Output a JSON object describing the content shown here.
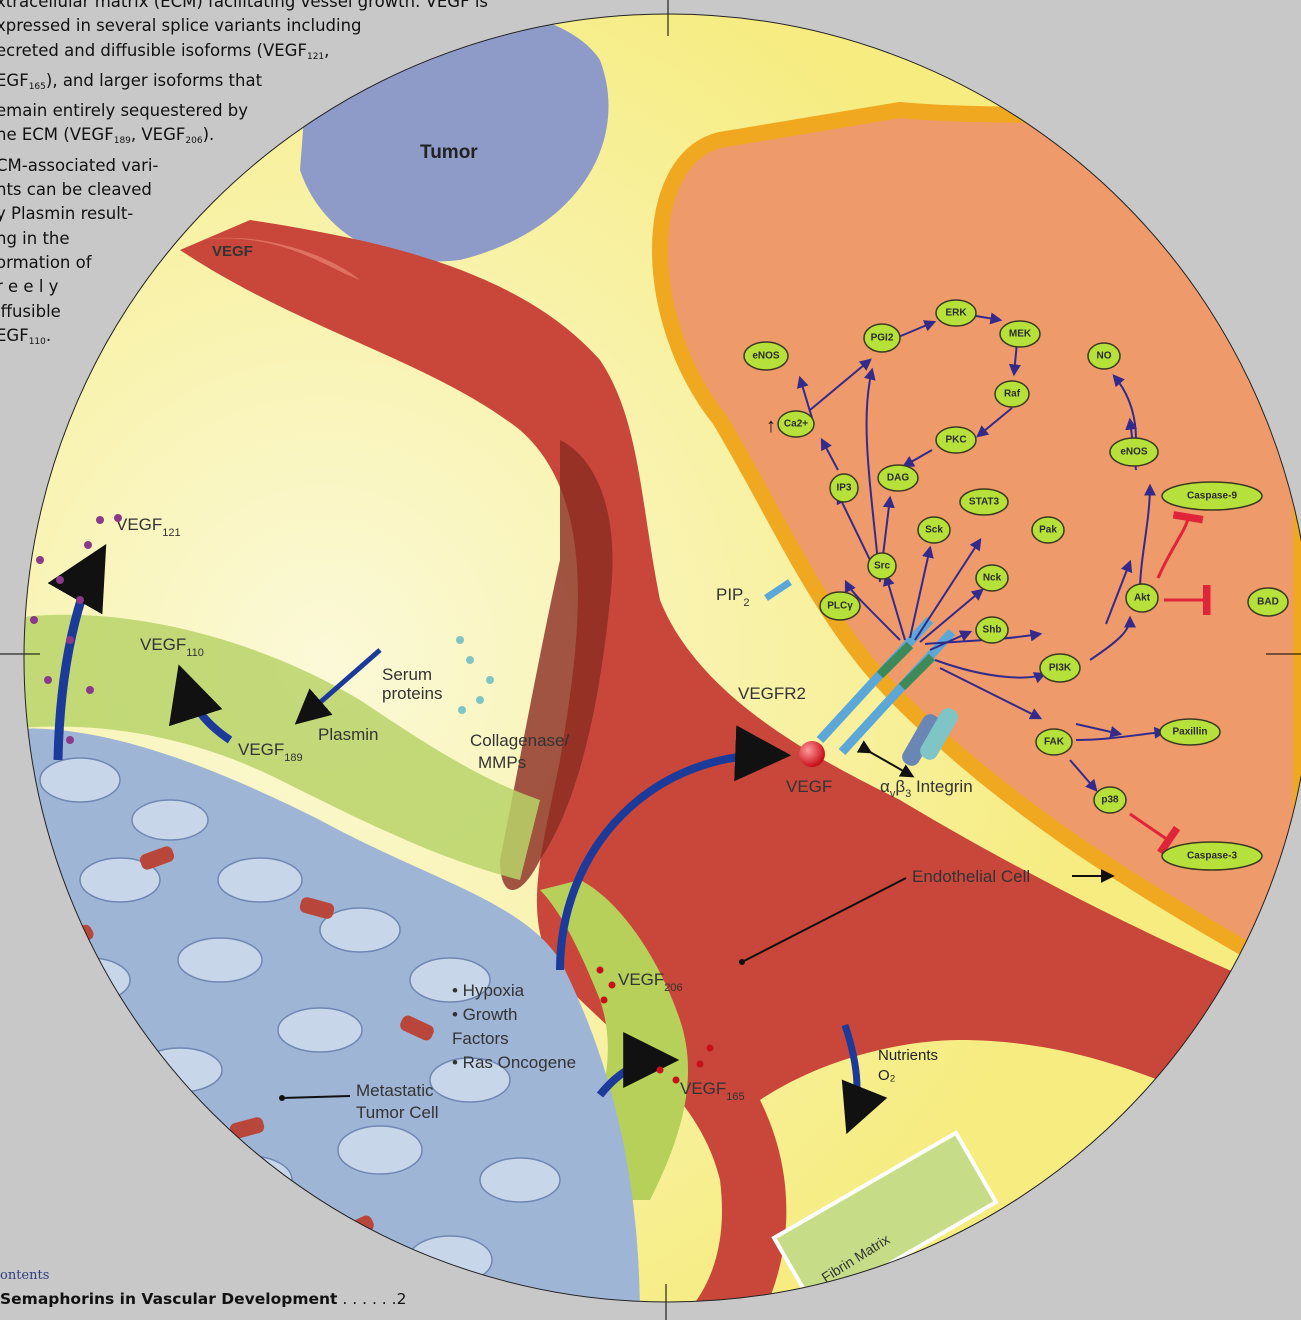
{
  "side_text": {
    "lines": [
      {
        "parts": [
          "xtracellular matrix (ECM) facilitating vessel growth. VEGF is"
        ]
      },
      {
        "parts": [
          "xpressed in several splice variants including"
        ]
      },
      {
        "parts": [
          "ecreted and diffusible isoforms (VEGF",
          "121",
          ","
        ]
      },
      {
        "parts": [
          "EGF",
          "165",
          "), and larger isoforms that"
        ]
      },
      {
        "parts": [
          "emain entirely sequestered by"
        ]
      },
      {
        "parts": [
          "he ECM (VEGF",
          "189",
          ", VEGF",
          "206",
          ")."
        ]
      },
      {
        "parts": [
          "CM-associated    vari-"
        ]
      },
      {
        "parts": [
          "nts can be cleaved"
        ]
      },
      {
        "parts": [
          "y Plasmin result-"
        ]
      },
      {
        "parts": [
          "ng    in    the"
        ]
      },
      {
        "parts": [
          "ormation of"
        ]
      },
      {
        "parts": [
          "r e e l y"
        ]
      },
      {
        "parts": [
          "iffusible"
        ]
      },
      {
        "parts": [
          "EGF",
          "110",
          "."
        ]
      }
    ]
  },
  "contents": {
    "heading": "ontents",
    "entry_title": "Semaphorins in Vascular Development",
    "entry_leader": " . . . . . .",
    "entry_page": "2"
  },
  "figure": {
    "tumor_label": "Tumor",
    "vegf_cluster_label": "VEGF",
    "vegf121_label": {
      "base": "VEGF",
      "sub": "121"
    },
    "vegf110_label": {
      "base": "VEGF",
      "sub": "110"
    },
    "vegf189_label": {
      "base": "VEGF",
      "sub": "189"
    },
    "vegf206_label": {
      "base": "VEGF",
      "sub": "206"
    },
    "vegf165_label": {
      "base": "VEGF",
      "sub": "165"
    },
    "plasmin_label": "Plasmin",
    "serum_proteins_label": [
      "Serum",
      "proteins"
    ],
    "collagenase_label": [
      "Collagenase/",
      "MMPs"
    ],
    "vegfr2_label": "VEGFR2",
    "vegf_ligand_label": "VEGF",
    "integrin_label": {
      "prefix": "α",
      "sub1": "v",
      "mid": "β",
      "sub2": "3",
      "suffix": " Integrin"
    },
    "pip2_label": {
      "base": "PIP",
      "sub": "2"
    },
    "endothelial_label": "Endothelial Cell",
    "stimuli": [
      "• Hypoxia",
      "• Growth",
      "  Factors",
      "• Ras Oncogene"
    ],
    "metastatic_label": [
      "Metastatic",
      "Tumor Cell"
    ],
    "nutrients_label": [
      "Nutrients",
      "O₂"
    ],
    "fibrin_label": "Fibrin Matrix",
    "nodes": {
      "enos1": "eNOS",
      "pgi2": "PGI2",
      "erk": "ERK",
      "mek": "MEK",
      "no": "NO",
      "ca": "Ca2+",
      "raf": "Raf",
      "pkc": "PKC",
      "enos2": "eNOS",
      "ip3": "IP3",
      "dag": "DAG",
      "stat3": "STAT3",
      "caspase9": "Caspase-9",
      "sck": "Sck",
      "pak": "Pak",
      "src": "Src",
      "nck": "Nck",
      "plcg": "PLCγ",
      "shb": "Shb",
      "akt": "Akt",
      "bad": "BAD",
      "pi3k": "PI3K",
      "fak": "FAK",
      "paxillin": "Paxillin",
      "p38": "p38",
      "caspase3": "Caspase-3"
    }
  }
}
